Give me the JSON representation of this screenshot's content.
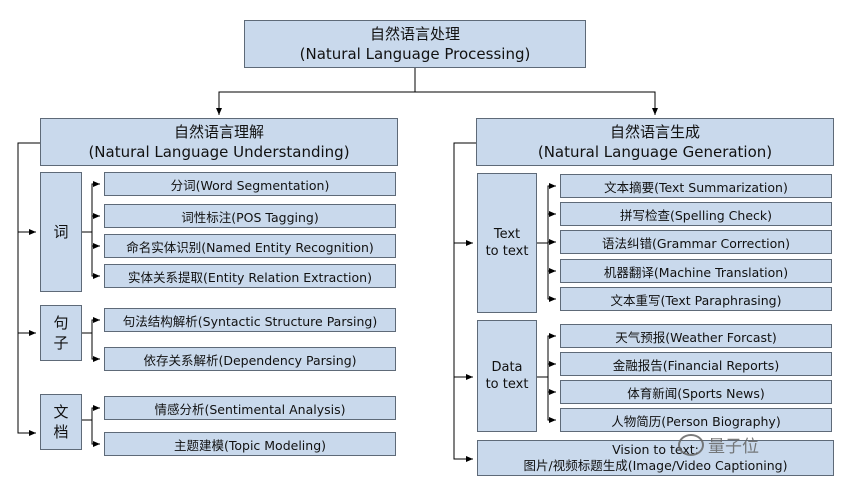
{
  "root": {
    "zh": "自然语言处理",
    "en": "(Natural Language Processing)"
  },
  "nlu": {
    "zh": "自然语言理解",
    "en": "(Natural Language Understanding)",
    "groups": [
      {
        "label": "词",
        "items": [
          "分词(Word Segmentation)",
          "词性标注(POS Tagging)",
          "命名实体识别(Named Entity Recognition)",
          "实体关系提取(Entity Relation Extraction)"
        ]
      },
      {
        "label1": "句",
        "label2": "子",
        "items": [
          "句法结构解析(Syntactic Structure Parsing)",
          "依存关系解析(Dependency Parsing)"
        ]
      },
      {
        "label1": "文",
        "label2": "档",
        "items": [
          "情感分析(Sentimental Analysis)",
          "主题建模(Topic Modeling)"
        ]
      }
    ]
  },
  "nlg": {
    "zh": "自然语言生成",
    "en": "(Natural Language Generation)",
    "groups": [
      {
        "label1": "Text",
        "label2": "to text",
        "items": [
          "文本摘要(Text Summarization)",
          "拼写检查(Spelling Check)",
          "语法纠错(Grammar Correction)",
          "机器翻译(Machine Translation)",
          "文本重写(Text Paraphrasing)"
        ]
      },
      {
        "label1": "Data",
        "label2": "to text",
        "items": [
          "天气预报(Weather Forcast)",
          "金融报告(Financial Reports)",
          "体育新闻(Sports News)",
          "人物简历(Person Biography)"
        ]
      }
    ],
    "vision": {
      "line1": "Vision to text:",
      "line2": "图片/视频标题生成(Image/Video Captioning)"
    }
  },
  "watermark": "量子位",
  "colors": {
    "box_fill": "#c9d9ec",
    "box_border": "#5e6a78",
    "line": "#000000"
  }
}
